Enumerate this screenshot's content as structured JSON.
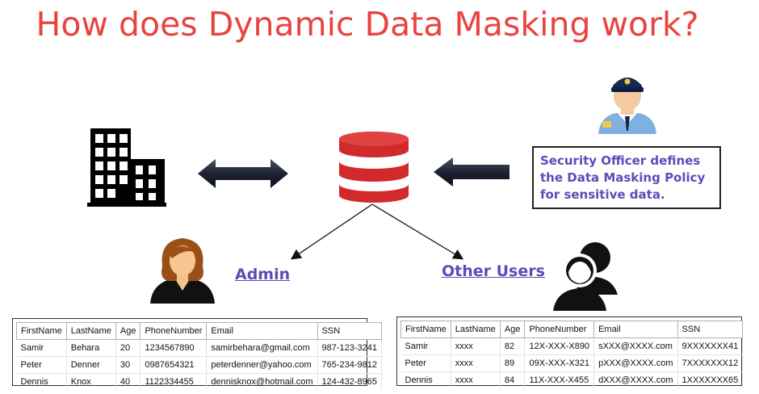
{
  "title": "How does Dynamic Data Masking work?",
  "policy_lines": [
    "Security Officer defines",
    "the Data Masking Policy",
    "for sensitive data."
  ],
  "roles": {
    "admin": "Admin",
    "other": "Other Users"
  },
  "admin_table": {
    "headers": [
      "FirstName",
      "LastName",
      "Age",
      "PhoneNumber",
      "Email",
      "SSN"
    ],
    "rows": [
      [
        "Samir",
        "Behara",
        "20",
        "1234567890",
        "samirbehara@gmail.com",
        "987-123-3241"
      ],
      [
        "Peter",
        "Denner",
        "30",
        "0987654321",
        "peterdenner@yahoo.com",
        "765-234-9812"
      ],
      [
        "Dennis",
        "Knox",
        "40",
        "1122334455",
        "dennisknox@hotmail.com",
        "124-432-8965"
      ]
    ]
  },
  "masked_table": {
    "headers": [
      "FirstName",
      "LastName",
      "Age",
      "PhoneNumber",
      "Email",
      "SSN"
    ],
    "rows": [
      [
        "Samir",
        "xxxx",
        "82",
        "12X-XXX-X890",
        "sXXX@XXXX.com",
        "9XXXXXXX41"
      ],
      [
        "Peter",
        "xxxx",
        "89",
        "09X-XXX-X321",
        "pXXX@XXXX.com",
        "7XXXXXXX12"
      ],
      [
        "Dennis",
        "xxxx",
        "84",
        "11X-XXX-X455",
        "dXXX@XXXX.com",
        "1XXXXXXX65"
      ]
    ]
  },
  "colors": {
    "title": "#e8443f",
    "database": "#d22a2a",
    "label": "#5e4bb8",
    "arrows": "#1c2230"
  },
  "icons": [
    "building-icon",
    "database-icon",
    "security-officer-icon",
    "admin-user-icon",
    "user-group-icon"
  ]
}
